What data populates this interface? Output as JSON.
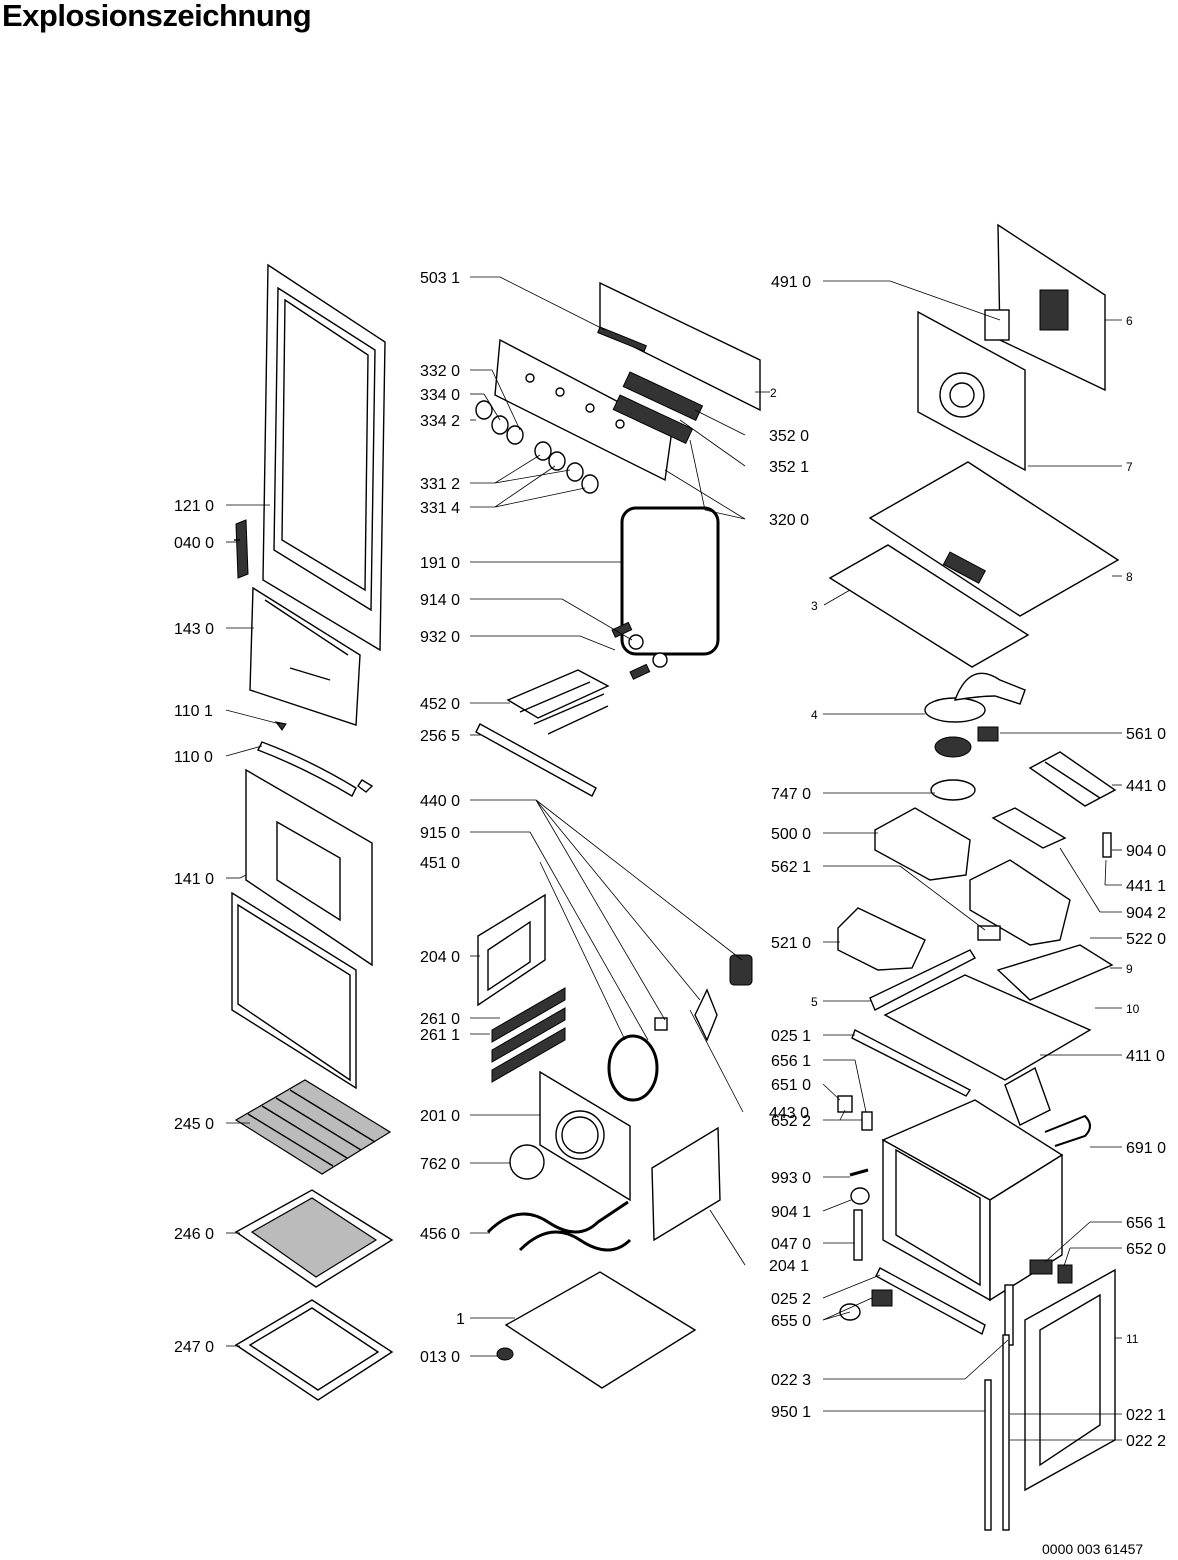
{
  "title": "Explosionszeichnung",
  "document_number": "0000 003 61457",
  "labels": {
    "l121_0": "121 0",
    "l040_0": "040 0",
    "l143_0": "143 0",
    "l110_1": "110 1",
    "l110_0": "110 0",
    "l141_0": "141 0",
    "l245_0": "245 0",
    "l246_0": "246 0",
    "l247_0": "247 0",
    "l503_1": "503 1",
    "l332_0": "332 0",
    "l334_0": "334 0",
    "l334_2": "334 2",
    "l331_2": "331 2",
    "l331_4": "331 4",
    "l191_0": "191 0",
    "l914_0": "914 0",
    "l932_0": "932 0",
    "l452_0": "452 0",
    "l256_5": "256 5",
    "l440_0": "440 0",
    "l915_0": "915 0",
    "l451_0": "451 0",
    "l204_0": "204 0",
    "l261_0": "261 0",
    "l261_1": "261 1",
    "l201_0": "201 0",
    "l762_0": "762 0",
    "l456_0": "456 0",
    "l1": "1",
    "l013_0": "013 0",
    "l2": "2",
    "l352_0": "352 0",
    "l352_1": "352 1",
    "l320_0": "320 0",
    "l443_0": "443 0",
    "l204_1": "204 1",
    "l491_0": "491 0",
    "l6": "6",
    "l7": "7",
    "l8": "8",
    "l3": "3",
    "l4": "4",
    "l561_0": "561 0",
    "l747_0": "747 0",
    "l441_0": "441 0",
    "l500_0": "500 0",
    "l904_0": "904 0",
    "l562_1": "562 1",
    "l441_1": "441 1",
    "l904_2": "904 2",
    "l521_0": "521 0",
    "l522_0": "522 0",
    "l9": "9",
    "l5": "5",
    "l10": "10",
    "l025_1": "025 1",
    "l656_1a": "656 1",
    "l411_0": "411 0",
    "l651_0": "651 0",
    "l652_2": "652 2",
    "l691_0": "691 0",
    "l993_0": "993 0",
    "l904_1": "904 1",
    "l047_0": "047 0",
    "l656_1b": "656 1",
    "l652_0": "652 0",
    "l025_2": "025 2",
    "l11": "11",
    "l655_0": "655 0",
    "l022_3": "022 3",
    "l950_1": "950 1",
    "l022_1": "022 1",
    "l022_2": "022 2"
  }
}
